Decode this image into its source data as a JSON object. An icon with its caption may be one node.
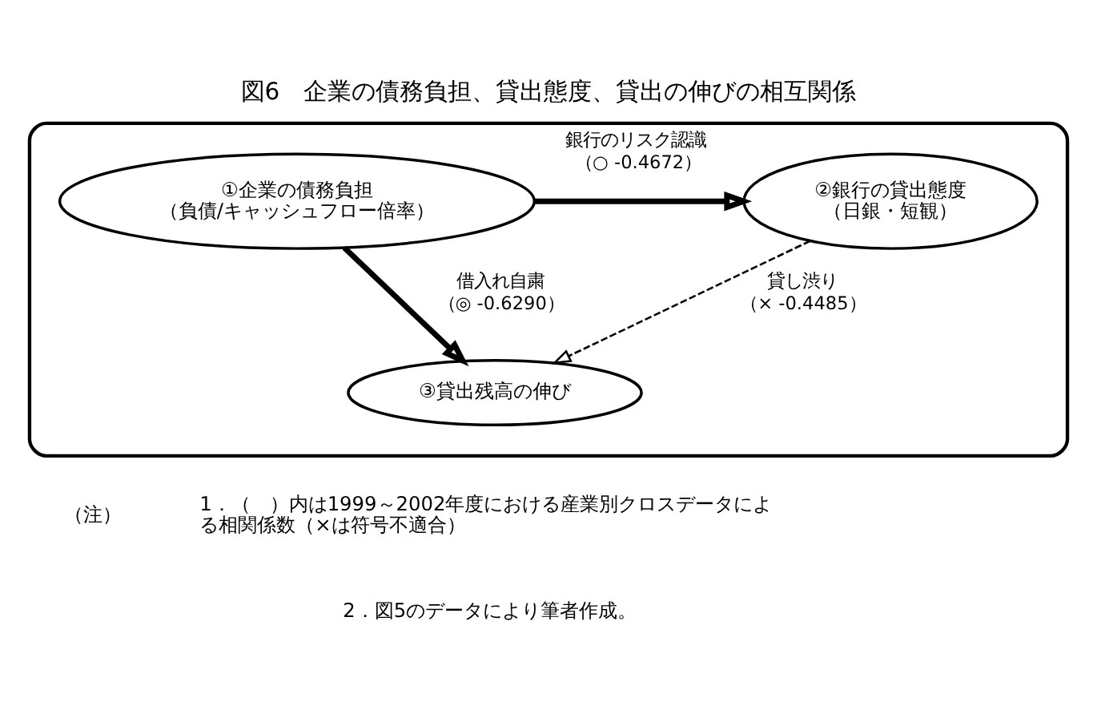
{
  "diagram": {
    "title": "図6　企業の債務負担、貸出態度、貸出の伸びの相互関係",
    "nodes": [
      {
        "text": [],
        "shape": "box"
      },
      {
        "text": [
          "①企業の債務負担",
          "（負債/キャッシュフロー倍率）"
        ],
        "in": 0
      },
      {
        "text": [
          "②銀行の貸出態度",
          "（日銀・短観）"
        ],
        "in": 0
      },
      {
        "text": [
          "③貸出残高の伸び"
        ],
        "in": 0
      }
    ],
    "edges": [
      {
        "from": 1,
        "to": 2,
        "arrow": "to",
        "label": "銀行のリスク認識（○ -0.4672）"
      },
      {
        "from": 1,
        "to": 3,
        "arrow": "to",
        "label": "借入れ自粛（◎ -0.6290）"
      },
      {
        "from": 2,
        "to": 3,
        "arrow": "to",
        "label": "貸し渋り（× -0.4485）",
        "style": "dashed"
      }
    ],
    "labels": [
      "（注）",
      "1．（　）内は1999～2002年度における産業別クロスデータによる相関係数（×は符号不適合）",
      "2．図5のデータにより筆者作成。"
    ]
  }
}
